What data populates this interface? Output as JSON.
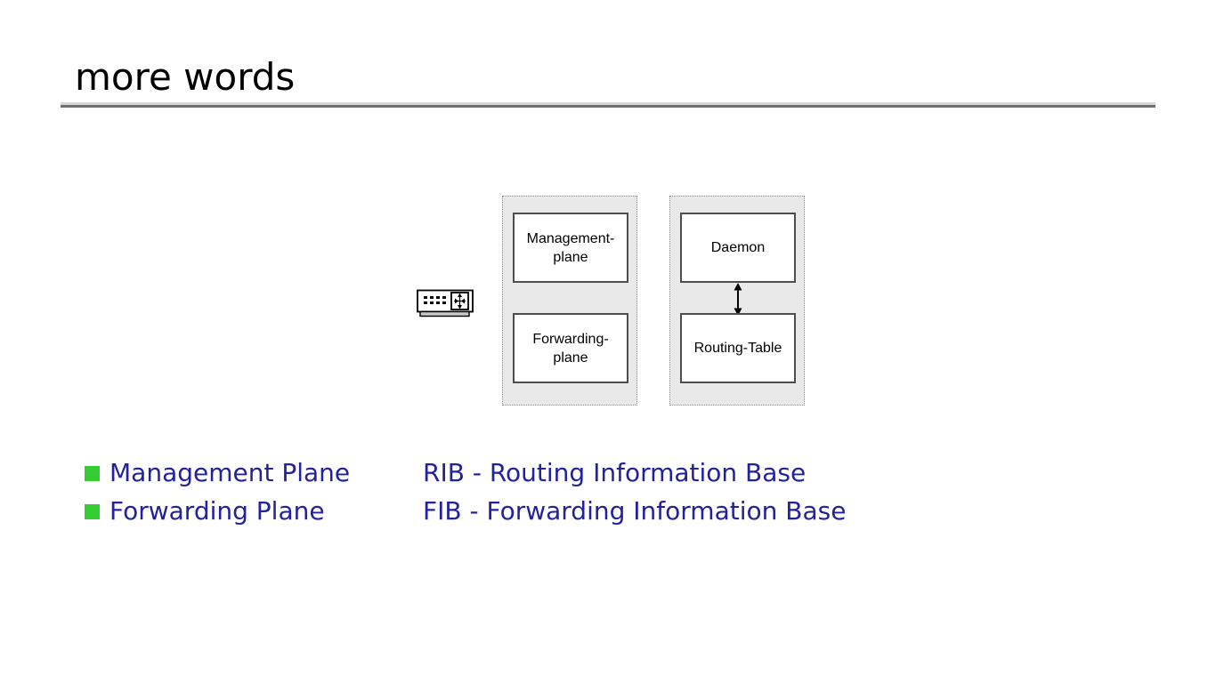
{
  "slide": {
    "title": "more words"
  },
  "diagram": {
    "router_icon": "network-switch-icon",
    "panels": [
      {
        "name": "plane-panel",
        "boxes": [
          {
            "lines": [
              "Management-",
              "plane"
            ]
          },
          {
            "lines": [
              "Forwarding-",
              "plane"
            ]
          }
        ]
      },
      {
        "name": "routing-panel",
        "connector": "double-headed-arrow",
        "boxes": [
          {
            "lines": [
              "Daemon"
            ]
          },
          {
            "lines": [
              "Routing-Table"
            ]
          }
        ]
      }
    ]
  },
  "bullets": [
    {
      "label": "Management Plane"
    },
    {
      "label": "Forwarding Plane"
    }
  ],
  "definitions": [
    {
      "text": "RIB - Routing Information Base"
    },
    {
      "text": "FIB - Forwarding Information Base"
    }
  ],
  "colors": {
    "bullet_green": "#33CC33",
    "text_blue": "#22229B",
    "panel_gray": "#E9E9E9",
    "rule_light": "#D8D8D8",
    "rule_dark": "#6F6F6F"
  }
}
